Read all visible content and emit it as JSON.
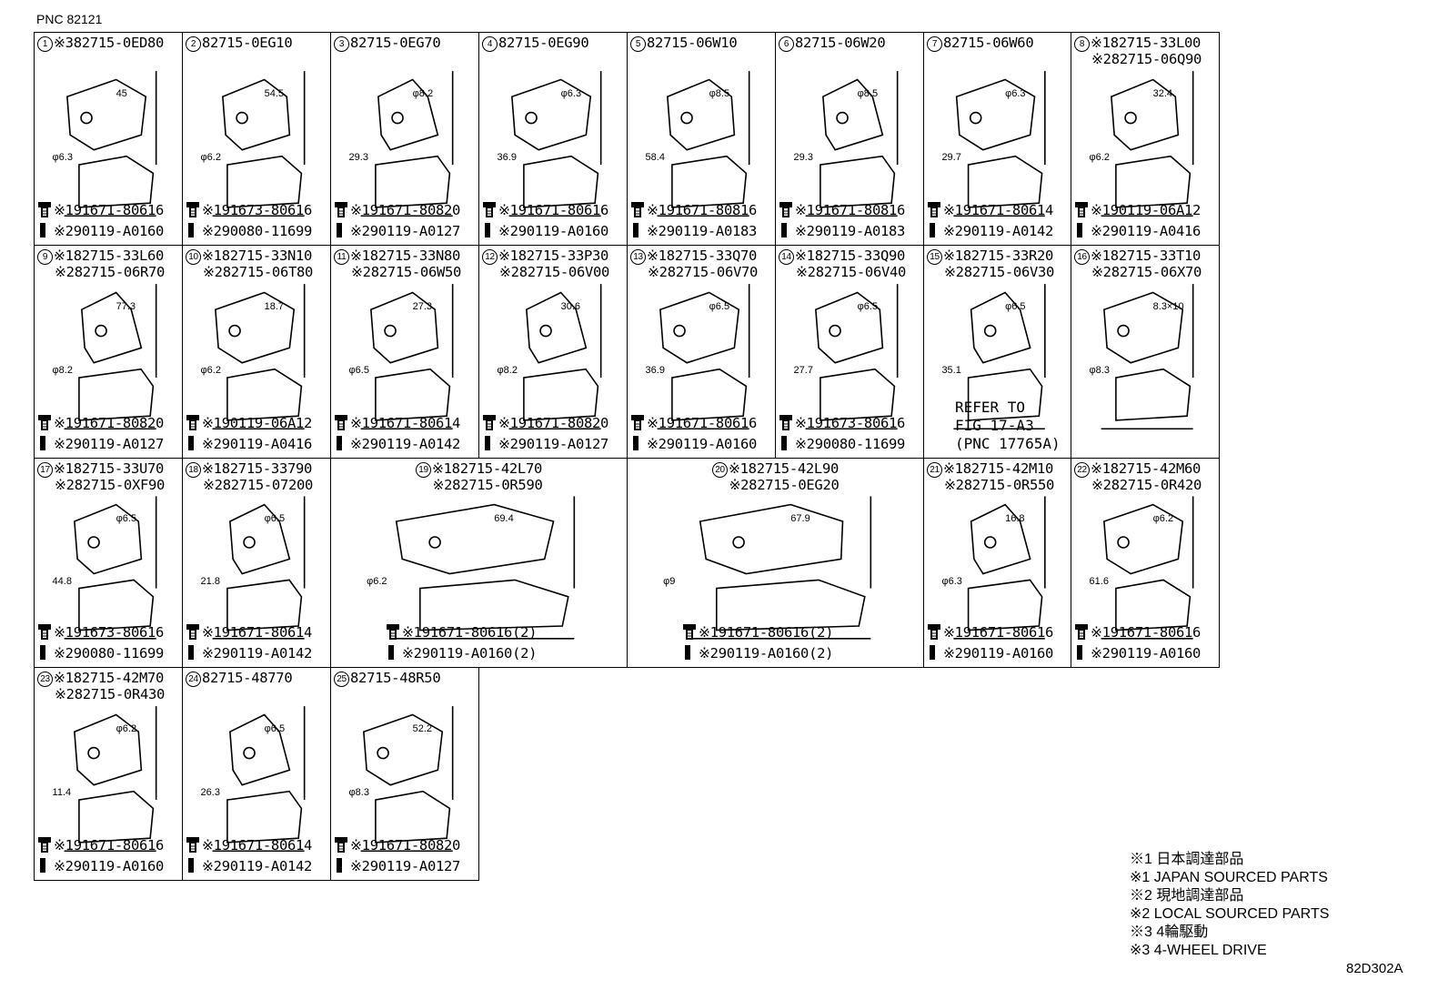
{
  "pnc": "PNC 82121",
  "cells": [
    {
      "num": "1",
      "l1": "※382715-0ED80",
      "l2": "",
      "dims": [
        "45",
        "φ6.3"
      ],
      "b1": "※191671-80616",
      "b2": "※290119-A0160"
    },
    {
      "num": "2",
      "l1": "82715-0EG10",
      "l2": "",
      "dims": [
        "54.5",
        "φ6.2"
      ],
      "b1": "※191673-80616",
      "b2": "※290080-11699"
    },
    {
      "num": "3",
      "l1": "82715-0EG70",
      "l2": "",
      "dims": [
        "φ8.2",
        "29.3"
      ],
      "b1": "※191671-80820",
      "b2": "※290119-A0127"
    },
    {
      "num": "4",
      "l1": "82715-0EG90",
      "l2": "",
      "dims": [
        "φ6.3",
        "36.9"
      ],
      "b1": "※191671-80616",
      "b2": "※290119-A0160"
    },
    {
      "num": "5",
      "l1": "82715-06W10",
      "l2": "",
      "dims": [
        "φ8.5",
        "58.4"
      ],
      "b1": "※191671-80816",
      "b2": "※290119-A0183"
    },
    {
      "num": "6",
      "l1": "82715-06W20",
      "l2": "",
      "dims": [
        "φ8.5",
        "29.3"
      ],
      "b1": "※191671-80816",
      "b2": "※290119-A0183"
    },
    {
      "num": "7",
      "l1": "82715-06W60",
      "l2": "",
      "dims": [
        "φ6.3",
        "29.7"
      ],
      "b1": "※191671-80614",
      "b2": "※290119-A0142"
    },
    {
      "num": "8",
      "l1": "※182715-33L00",
      "l2": "※282715-06Q90",
      "dims": [
        "32.4",
        "φ6.2"
      ],
      "b1": "※190119-06A12",
      "b2": "※290119-A0416"
    },
    {
      "num": "9",
      "l1": "※182715-33L60",
      "l2": "※282715-06R70",
      "dims": [
        "77.3",
        "φ8.2"
      ],
      "b1": "※191671-80820",
      "b2": "※290119-A0127"
    },
    {
      "num": "10",
      "l1": "※182715-33N10",
      "l2": "※282715-06T80",
      "dims": [
        "18.7",
        "φ6.2"
      ],
      "b1": "※190119-06A12",
      "b2": "※290119-A0416"
    },
    {
      "num": "11",
      "l1": "※182715-33N80",
      "l2": "※282715-06W50",
      "dims": [
        "27.3",
        "φ6.5"
      ],
      "b1": "※191671-80614",
      "b2": "※290119-A0142"
    },
    {
      "num": "12",
      "l1": "※182715-33P30",
      "l2": "※282715-06V00",
      "dims": [
        "30.6",
        "φ8.2"
      ],
      "b1": "※191671-80820",
      "b2": "※290119-A0127"
    },
    {
      "num": "13",
      "l1": "※182715-33Q70",
      "l2": "※282715-06V70",
      "dims": [
        "φ6.5",
        "36.9"
      ],
      "b1": "※191671-80616",
      "b2": "※290119-A0160"
    },
    {
      "num": "14",
      "l1": "※182715-33Q90",
      "l2": "※282715-06V40",
      "dims": [
        "φ6.5",
        "27.7"
      ],
      "b1": "※191673-80616",
      "b2": "※290080-11699"
    },
    {
      "num": "15",
      "l1": "※182715-33R20",
      "l2": "※282715-06V30",
      "dims": [
        "φ6.5",
        "35.1"
      ],
      "refer": "REFER TO\nFIG 17-A3\n(PNC 17765A)"
    },
    {
      "num": "16",
      "l1": "※182715-33T10",
      "l2": "※282715-06X70",
      "dims": [
        "8.3×10",
        "φ8.3"
      ]
    },
    {
      "num": "17",
      "l1": "※182715-33U70",
      "l2": "※282715-0XF90",
      "dims": [
        "φ6.5",
        "44.8"
      ],
      "b1": "※191673-80616",
      "b2": "※290080-11699"
    },
    {
      "num": "18",
      "l1": "※182715-33790",
      "l2": "※282715-07200",
      "dims": [
        "φ6.5",
        "21.8"
      ],
      "b1": "※191671-80614",
      "b2": "※290119-A0142"
    },
    {
      "num": "19",
      "l1": "※182715-42L70",
      "l2": "※282715-0R590",
      "dims": [
        "69.4",
        "φ6.2"
      ],
      "b1": "※191671-80616(2)",
      "b2": "※290119-A0160(2)"
    },
    {
      "num": "20",
      "l1": "※182715-42L90",
      "l2": "※282715-0EG20",
      "dims": [
        "67.9",
        "φ9"
      ],
      "b1": "※191671-80616(2)",
      "b2": "※290119-A0160(2)"
    },
    {
      "num": "21",
      "l1": "※182715-42M10",
      "l2": "※282715-0R550",
      "dims": [
        "16.8",
        "φ6.3"
      ],
      "b1": "※191671-80616",
      "b2": "※290119-A0160"
    },
    {
      "num": "22",
      "l1": "※182715-42M60",
      "l2": "※282715-0R420",
      "dims": [
        "φ6.2",
        "61.6"
      ],
      "b1": "※191671-80616",
      "b2": "※290119-A0160"
    },
    {
      "num": "23",
      "l1": "※182715-42M70",
      "l2": "※282715-0R430",
      "dims": [
        "φ6.2",
        "11.4"
      ],
      "b1": "※191671-80616",
      "b2": "※290119-A0160"
    },
    {
      "num": "24",
      "l1": "82715-48770",
      "l2": "",
      "dims": [
        "φ6.5",
        "26.3"
      ],
      "b1": "※191671-80614",
      "b2": "※290119-A0142"
    },
    {
      "num": "25",
      "l1": "82715-48R50",
      "l2": "",
      "dims": [
        "52.2",
        "φ8.3"
      ],
      "b1": "※191671-80820",
      "b2": "※290119-A0127"
    }
  ],
  "legend": [
    "※1 日本調達部品",
    "※1 JAPAN SOURCED PARTS",
    "※2 現地調達部品",
    "※2 LOCAL SOURCED PARTS",
    "※3 4輪駆動",
    "※3 4-WHEEL DRIVE"
  ],
  "code": "82D302A"
}
